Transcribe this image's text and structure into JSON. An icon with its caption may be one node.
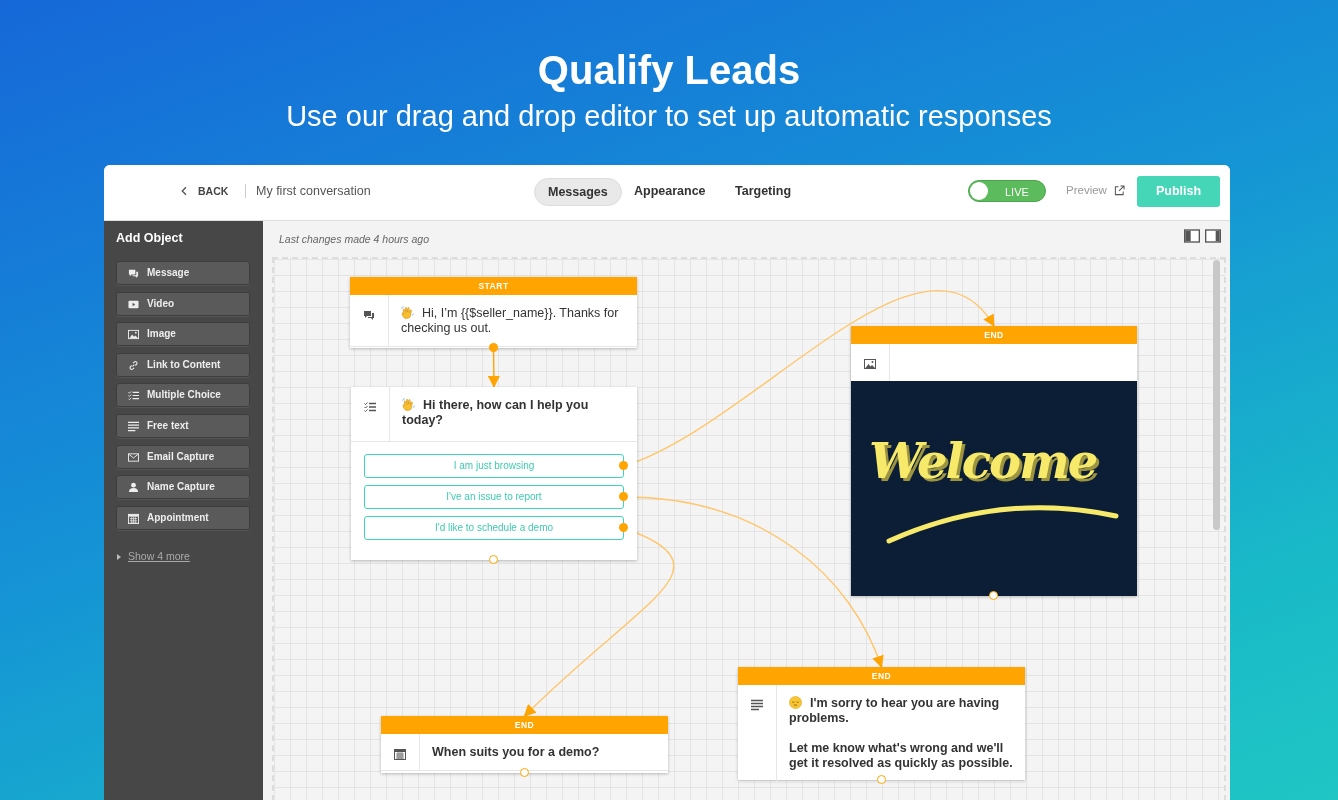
{
  "diagram": {
    "title": "Qualify Leads",
    "nodes": [
      {
        "text": [
          "START",
          "Hi, I’m {{$seller_name}}. Thanks for checking us out."
        ]
      },
      {
        "text": [
          "Hi there, how can I help you today?"
        ]
      },
      {
        "text": [
          "I am just browsing"
        ],
        "in": 1
      },
      {
        "text": [
          "I've an issue to report"
        ],
        "in": 1
      },
      {
        "text": [
          "I'd like to schedule a demo"
        ],
        "in": 1
      },
      {
        "text": [
          "END"
        ]
      },
      {
        "text": [
          "Welcome"
        ],
        "in": 5
      },
      {
        "text": [
          "END",
          "When suits you for a demo?"
        ]
      },
      {
        "text": [
          "END",
          "I'm sorry to hear you are having problems.",
          "Let me know what's wrong and we'll get it resolved as quickly as possible."
        ]
      }
    ],
    "edges": [
      {
        "from": 0,
        "to": 1,
        "arrow": "to",
        "color": "#ffa400"
      },
      {
        "from": 2,
        "to": 5,
        "arrow": "to"
      },
      {
        "from": 3,
        "to": 8,
        "arrow": "to"
      },
      {
        "from": 4,
        "to": 7,
        "arrow": "to"
      }
    ],
    "labels": [
      "Use our drag and drop editor to set up automatic responses",
      "BACK",
      "My first conversation",
      "Messages",
      "Appearance",
      "Targeting",
      "LIVE",
      "Preview",
      "Publish",
      "Add Object",
      "Message",
      "Video",
      "Image",
      "Link to Content",
      "Multiple Choice",
      "Free text",
      "Email Capture",
      "Name Capture",
      "Appointment",
      "Show 4 more",
      "Last changes made 4 hours ago"
    ]
  }
}
